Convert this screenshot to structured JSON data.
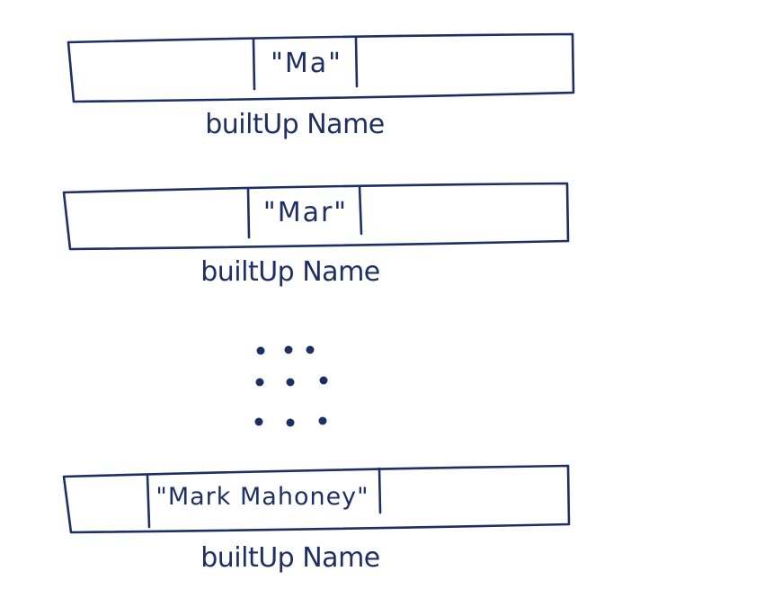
{
  "frames": [
    {
      "cell_text": "\"Ma\"",
      "label": "builtUp Name"
    },
    {
      "cell_text": "\"Mar\"",
      "label": "builtUp Name"
    },
    {
      "cell_text": "\"Mark Mahoney\"",
      "label": "builtUp Name"
    }
  ],
  "ink_color": "#1e2f66"
}
